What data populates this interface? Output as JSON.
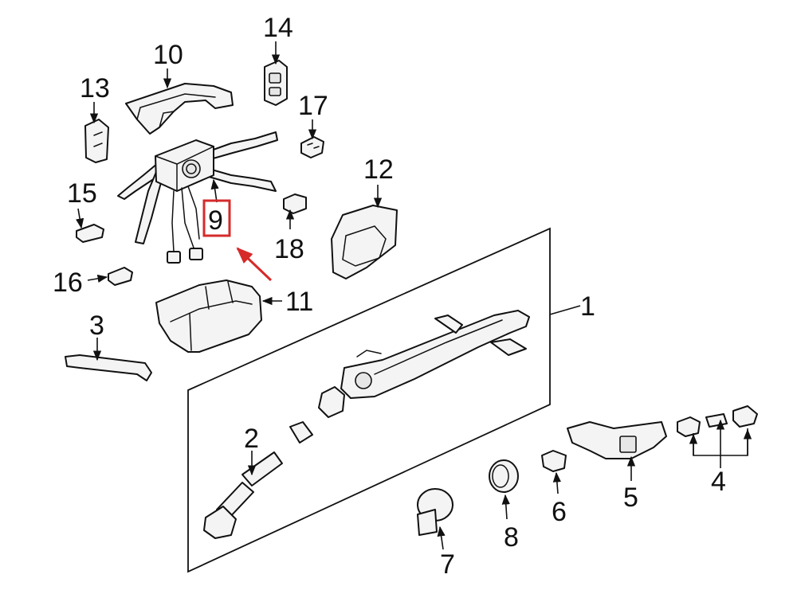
{
  "colors": {
    "ink": "#111111",
    "highlight": "#d62a2a",
    "background": "#ffffff"
  },
  "callouts": [
    {
      "id": "1",
      "text": "1"
    },
    {
      "id": "2",
      "text": "2"
    },
    {
      "id": "3",
      "text": "3"
    },
    {
      "id": "4",
      "text": "4"
    },
    {
      "id": "5",
      "text": "5"
    },
    {
      "id": "6",
      "text": "6"
    },
    {
      "id": "7",
      "text": "7"
    },
    {
      "id": "8",
      "text": "8"
    },
    {
      "id": "9",
      "text": "9",
      "highlighted": true
    },
    {
      "id": "10",
      "text": "10"
    },
    {
      "id": "11",
      "text": "11"
    },
    {
      "id": "12",
      "text": "12"
    },
    {
      "id": "13",
      "text": "13"
    },
    {
      "id": "14",
      "text": "14"
    },
    {
      "id": "15",
      "text": "15"
    },
    {
      "id": "16",
      "text": "16"
    },
    {
      "id": "17",
      "text": "17"
    },
    {
      "id": "18",
      "text": "18"
    }
  ]
}
